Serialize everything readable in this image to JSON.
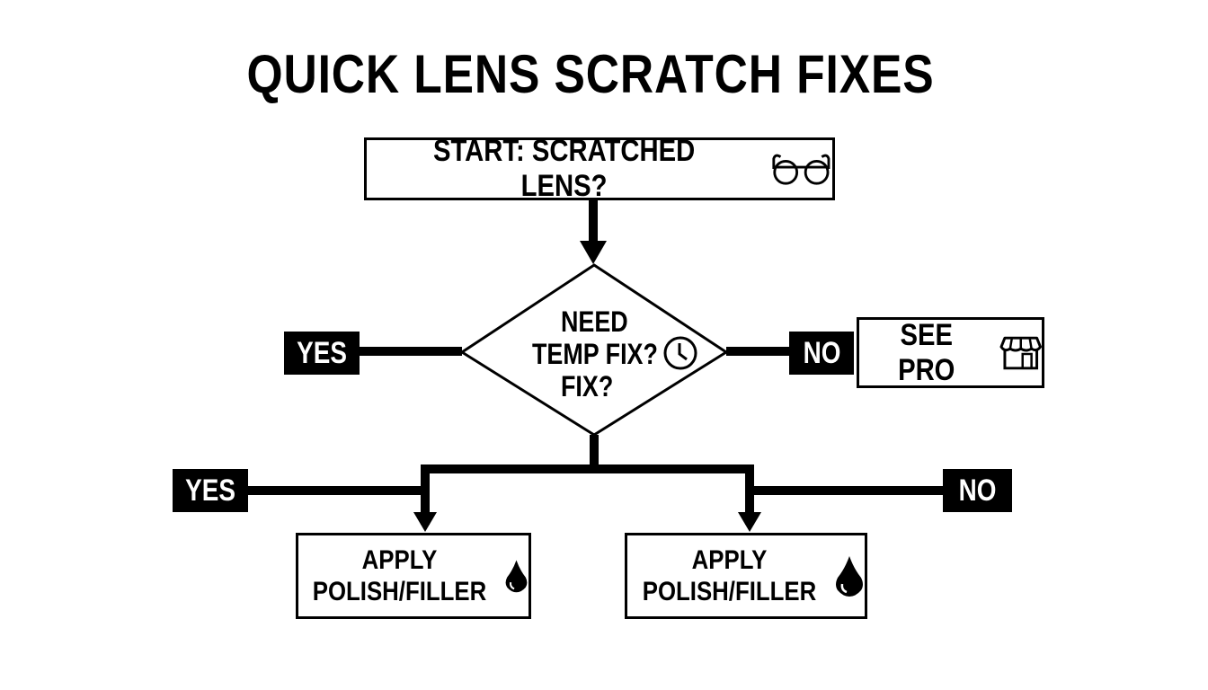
{
  "title": "QUICK LENS SCRATCH FIXES",
  "nodes": {
    "start": {
      "label": "START: SCRATCHED LENS?",
      "icon": "glasses-icon"
    },
    "decision": {
      "line1": "NEED",
      "line2": "TEMP FIX?",
      "line3": "FIX?",
      "icon": "clock-icon"
    },
    "see_pro": {
      "label": "SEE PRO",
      "icon": "storefront-icon"
    },
    "apply_left": {
      "line1": "APPLY",
      "line2": "POLISH/FILLER",
      "icon": "drop-icon"
    },
    "apply_right": {
      "line1": "APPLY",
      "line2": "POLISH/FILLER",
      "icon": "drop-icon"
    }
  },
  "tags": {
    "decision_yes": "YES",
    "decision_no": "NO",
    "bottom_yes": "YES",
    "bottom_no": "NO"
  },
  "colors": {
    "ink": "#000000",
    "background": "#ffffff",
    "tag_text": "#ffffff"
  }
}
